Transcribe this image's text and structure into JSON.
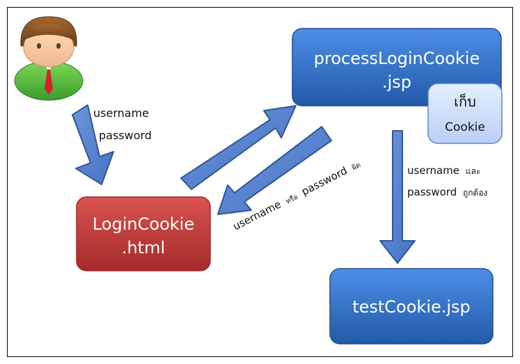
{
  "nodes": {
    "login_page": {
      "line1": "LoginCookie",
      "line2": ".html",
      "color": "#c0302f"
    },
    "process_page": {
      "line1": "processLoginCookie",
      "line2": ".jsp",
      "color": "#2f6fc6"
    },
    "test_page": {
      "line1": "testCookie.jsp",
      "color": "#2f6fc6"
    },
    "store_cookie": {
      "line1": "เก็บ",
      "line2": "Cookie",
      "color": "#cfe0fb"
    }
  },
  "labels": {
    "user_to_login_line1": "username",
    "user_to_login_line2": "password",
    "process_to_login_word1": "username",
    "process_to_login_word2": "หรือ",
    "process_to_login_word3": "password",
    "process_to_login_word4": "ผิด",
    "process_to_test_line1_a": "username",
    "process_to_test_line1_b": "และ",
    "process_to_test_line2_a": "password",
    "process_to_test_line2_b": "ถูกต้อง"
  },
  "icons": {
    "user": "user-icon"
  },
  "colors": {
    "arrow": "#4a7ac8",
    "arrow_border": "#2f5597",
    "frame": "#000000"
  }
}
